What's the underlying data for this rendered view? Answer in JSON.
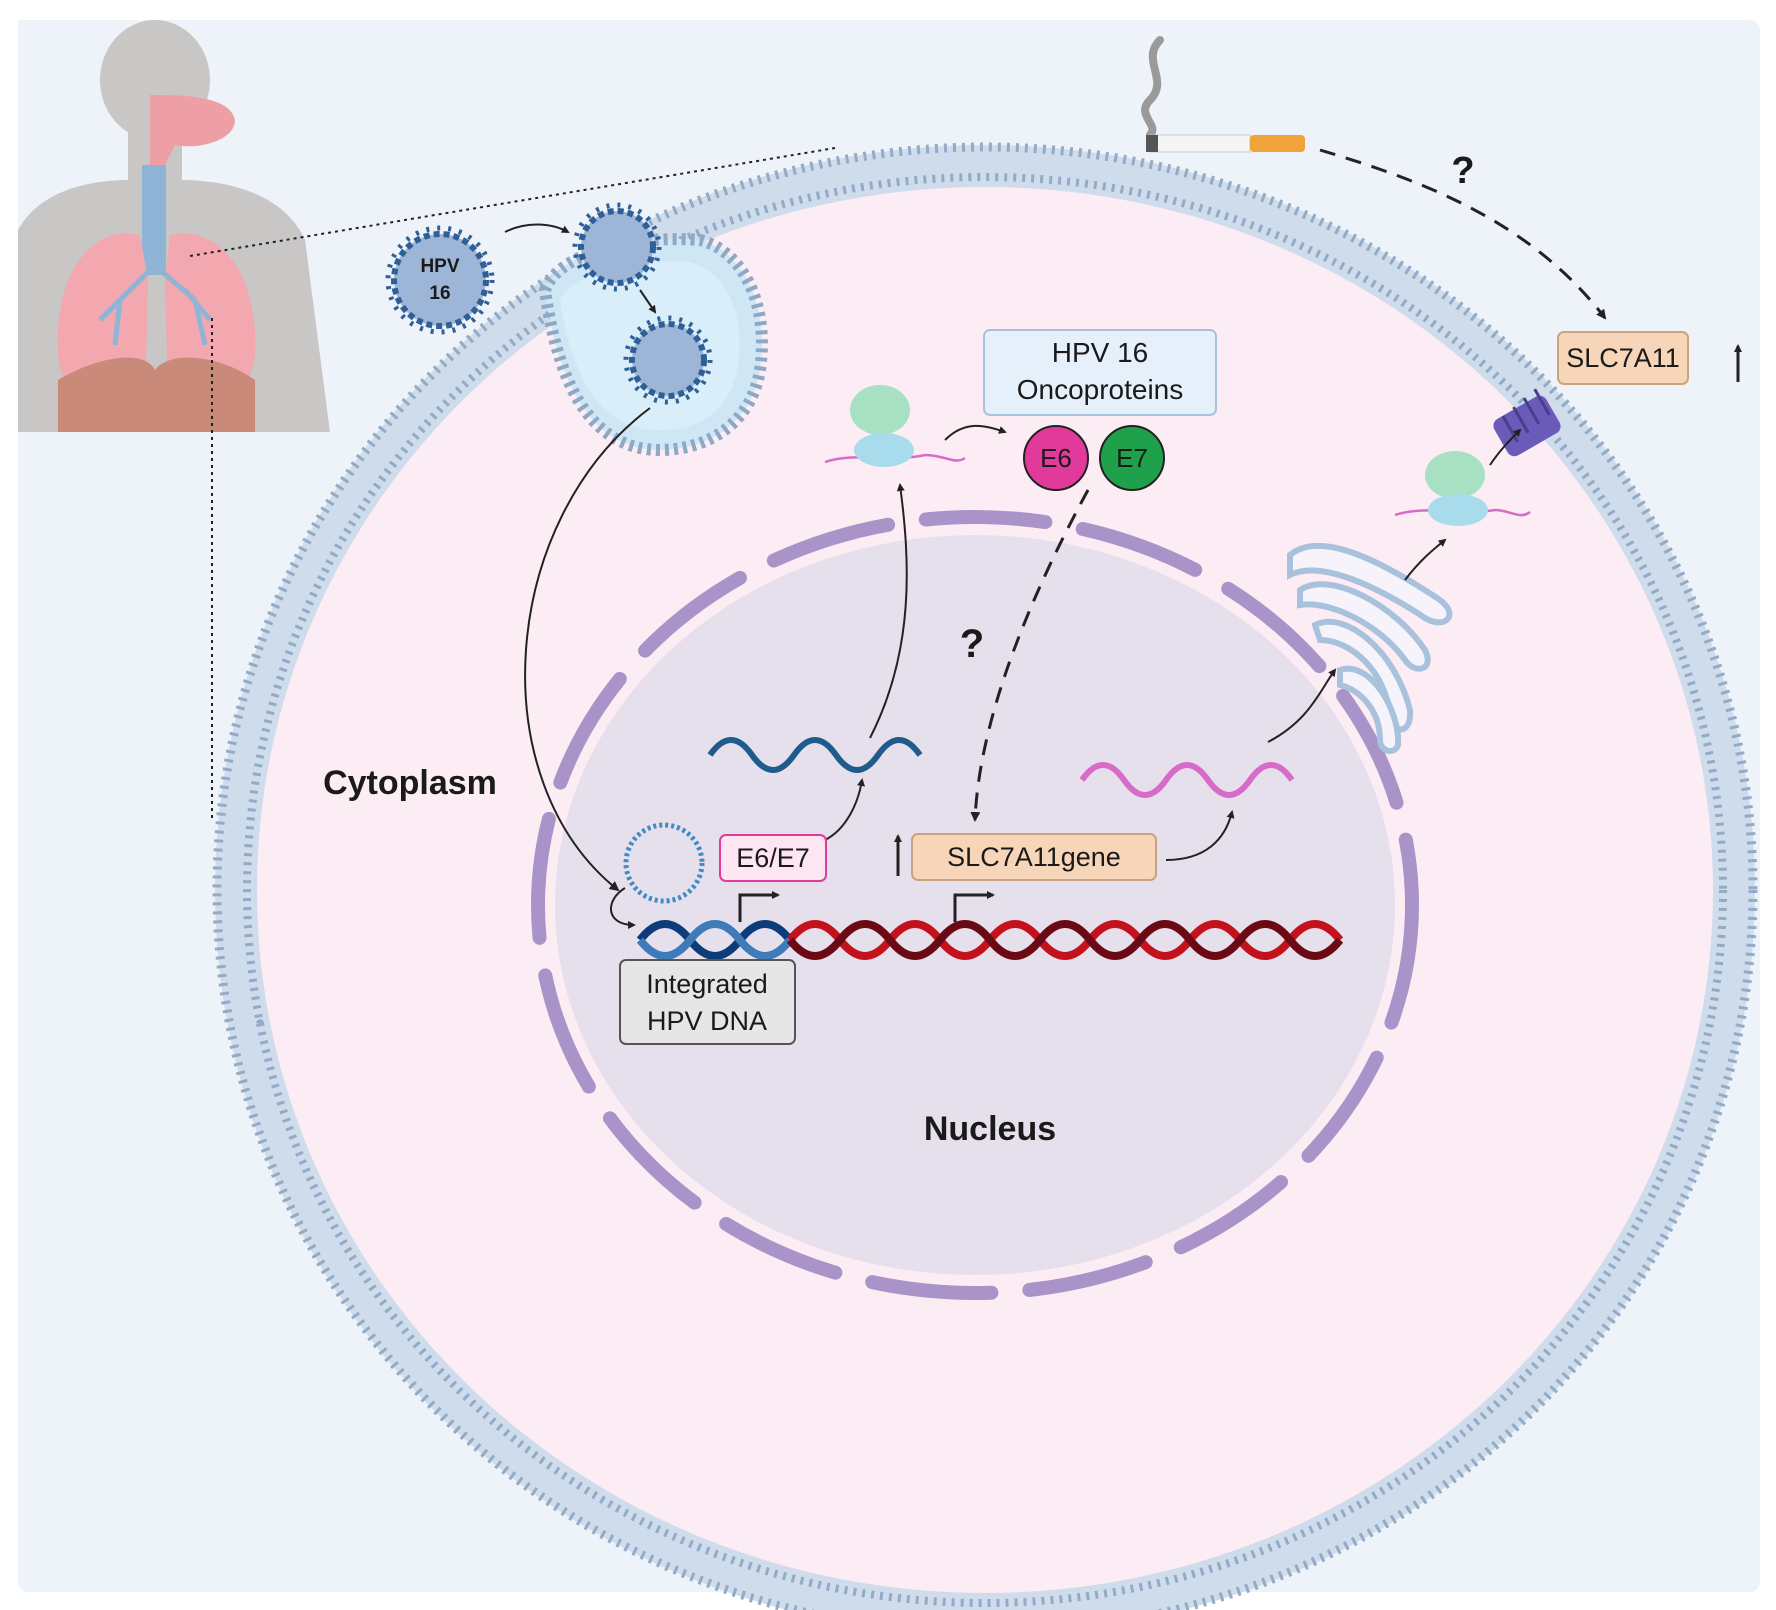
{
  "labels": {
    "cytoplasm": "Cytoplasm",
    "nucleus": "Nucleus",
    "hpv16_line1": "HPV",
    "hpv16_line2": "16",
    "oncoproteins_line1": "HPV 16",
    "oncoproteins_line2": "Oncoproteins",
    "e6": "E6",
    "e7": "E7",
    "e6e7_gene": "E6/E7",
    "slc7a11_gene": "SLC7A11gene",
    "slc7a11_protein": "SLC7A11",
    "integrated_line1": "Integrated",
    "integrated_line2": "HPV DNA",
    "question_smoking": "?",
    "question_oncoprotein": "?"
  },
  "colors": {
    "background": "#eef3f9",
    "cytoplasm": "#fcedf4",
    "membrane": "#8fa8c4",
    "nucleus": "#e6e0ec",
    "nuclear_envelope": "#a993c9",
    "virus": "#2e5f96",
    "e6": "#e23a9a",
    "e7": "#1ea14a",
    "viral_dna": "#0d3c7a",
    "host_dna": "#c4121c",
    "viral_mrna": "#1f5c8c",
    "host_mrna": "#d86bc8",
    "slc7a11_box": "#f7d5b8",
    "oncoprotein_box": "#e6f0fb",
    "transporter": "#6a5bb8"
  }
}
